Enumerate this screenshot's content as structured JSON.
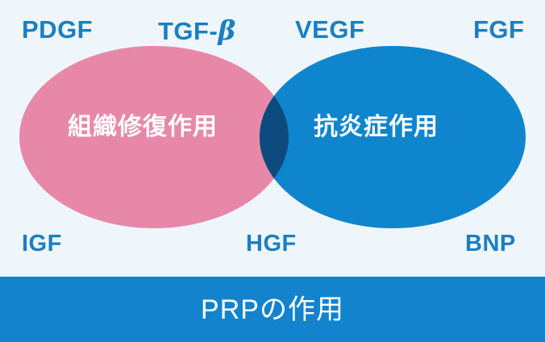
{
  "figure": {
    "background_color": "#eff6fb",
    "title": "PRPの作用"
  },
  "venn": {
    "left_circle": {
      "caption": "組織修復作用",
      "color": "#e888a8"
    },
    "right_circle": {
      "caption": "抗炎症作用",
      "color": "#0f85cd"
    },
    "overlap": {
      "color": "#0d4b7f"
    }
  },
  "growth_factors": {
    "label_color": "#1a7fc1",
    "top": [
      {
        "id": "pdgf",
        "text": "PDGF"
      },
      {
        "id": "tgfb",
        "text": "TGF-",
        "beta": "β"
      },
      {
        "id": "vegf",
        "text": "VEGF"
      },
      {
        "id": "fgf",
        "text": "FGF"
      }
    ],
    "bottom": [
      {
        "id": "igf",
        "text": "IGF"
      },
      {
        "id": "hgf",
        "text": "HGF"
      },
      {
        "id": "bnp",
        "text": "BNP"
      }
    ]
  },
  "banner": {
    "text": "PRPの作用",
    "background_color": "#1383ce",
    "text_color": "#ffffff"
  }
}
